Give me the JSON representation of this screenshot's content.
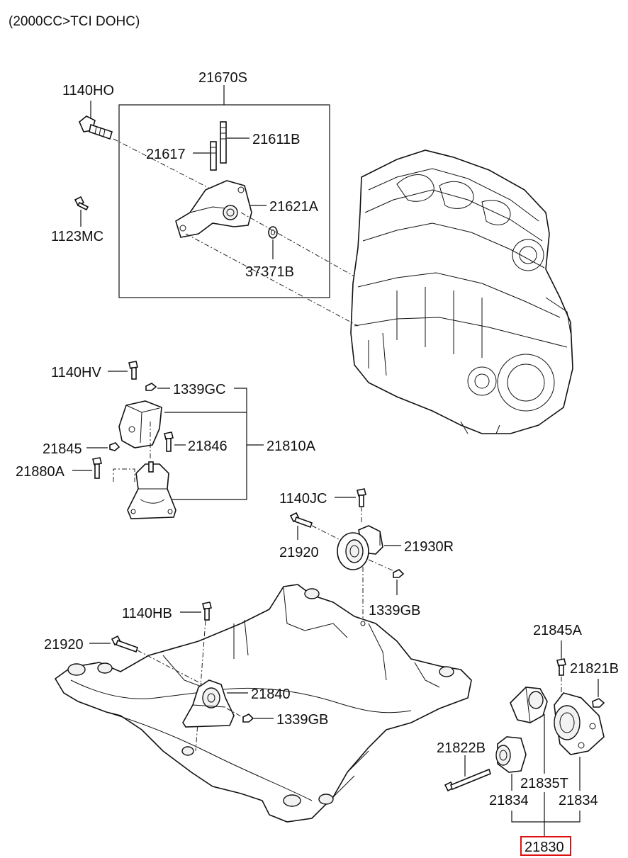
{
  "header": {
    "engine_spec": "(2000CC>TCI DOHC)"
  },
  "colors": {
    "highlight": "#e01010",
    "ink": "#111111"
  },
  "labels": {
    "p21670S": "21670S",
    "p1140HO": "1140HO",
    "p21611B": "21611B",
    "p21617": "21617",
    "p21621A": "21621A",
    "p1123MC": "1123MC",
    "p37371B": "37371B",
    "p1140HV": "1140HV",
    "p1339GC": "1339GC",
    "p21845": "21845",
    "p21846": "21846",
    "p21810A": "21810A",
    "p21880A": "21880A",
    "p1140JC": "1140JC",
    "p21930R": "21930R",
    "p21920a": "21920",
    "p1339GBa": "1339GB",
    "p1140HB": "1140HB",
    "p21920b": "21920",
    "p21840": "21840",
    "p1339GBb": "1339GB",
    "p21845A": "21845A",
    "p21821B": "21821B",
    "p21822B": "21822B",
    "p21835T": "21835T",
    "p21834a": "21834",
    "p21834b": "21834",
    "p21830": "21830"
  },
  "selected_part": "21830"
}
